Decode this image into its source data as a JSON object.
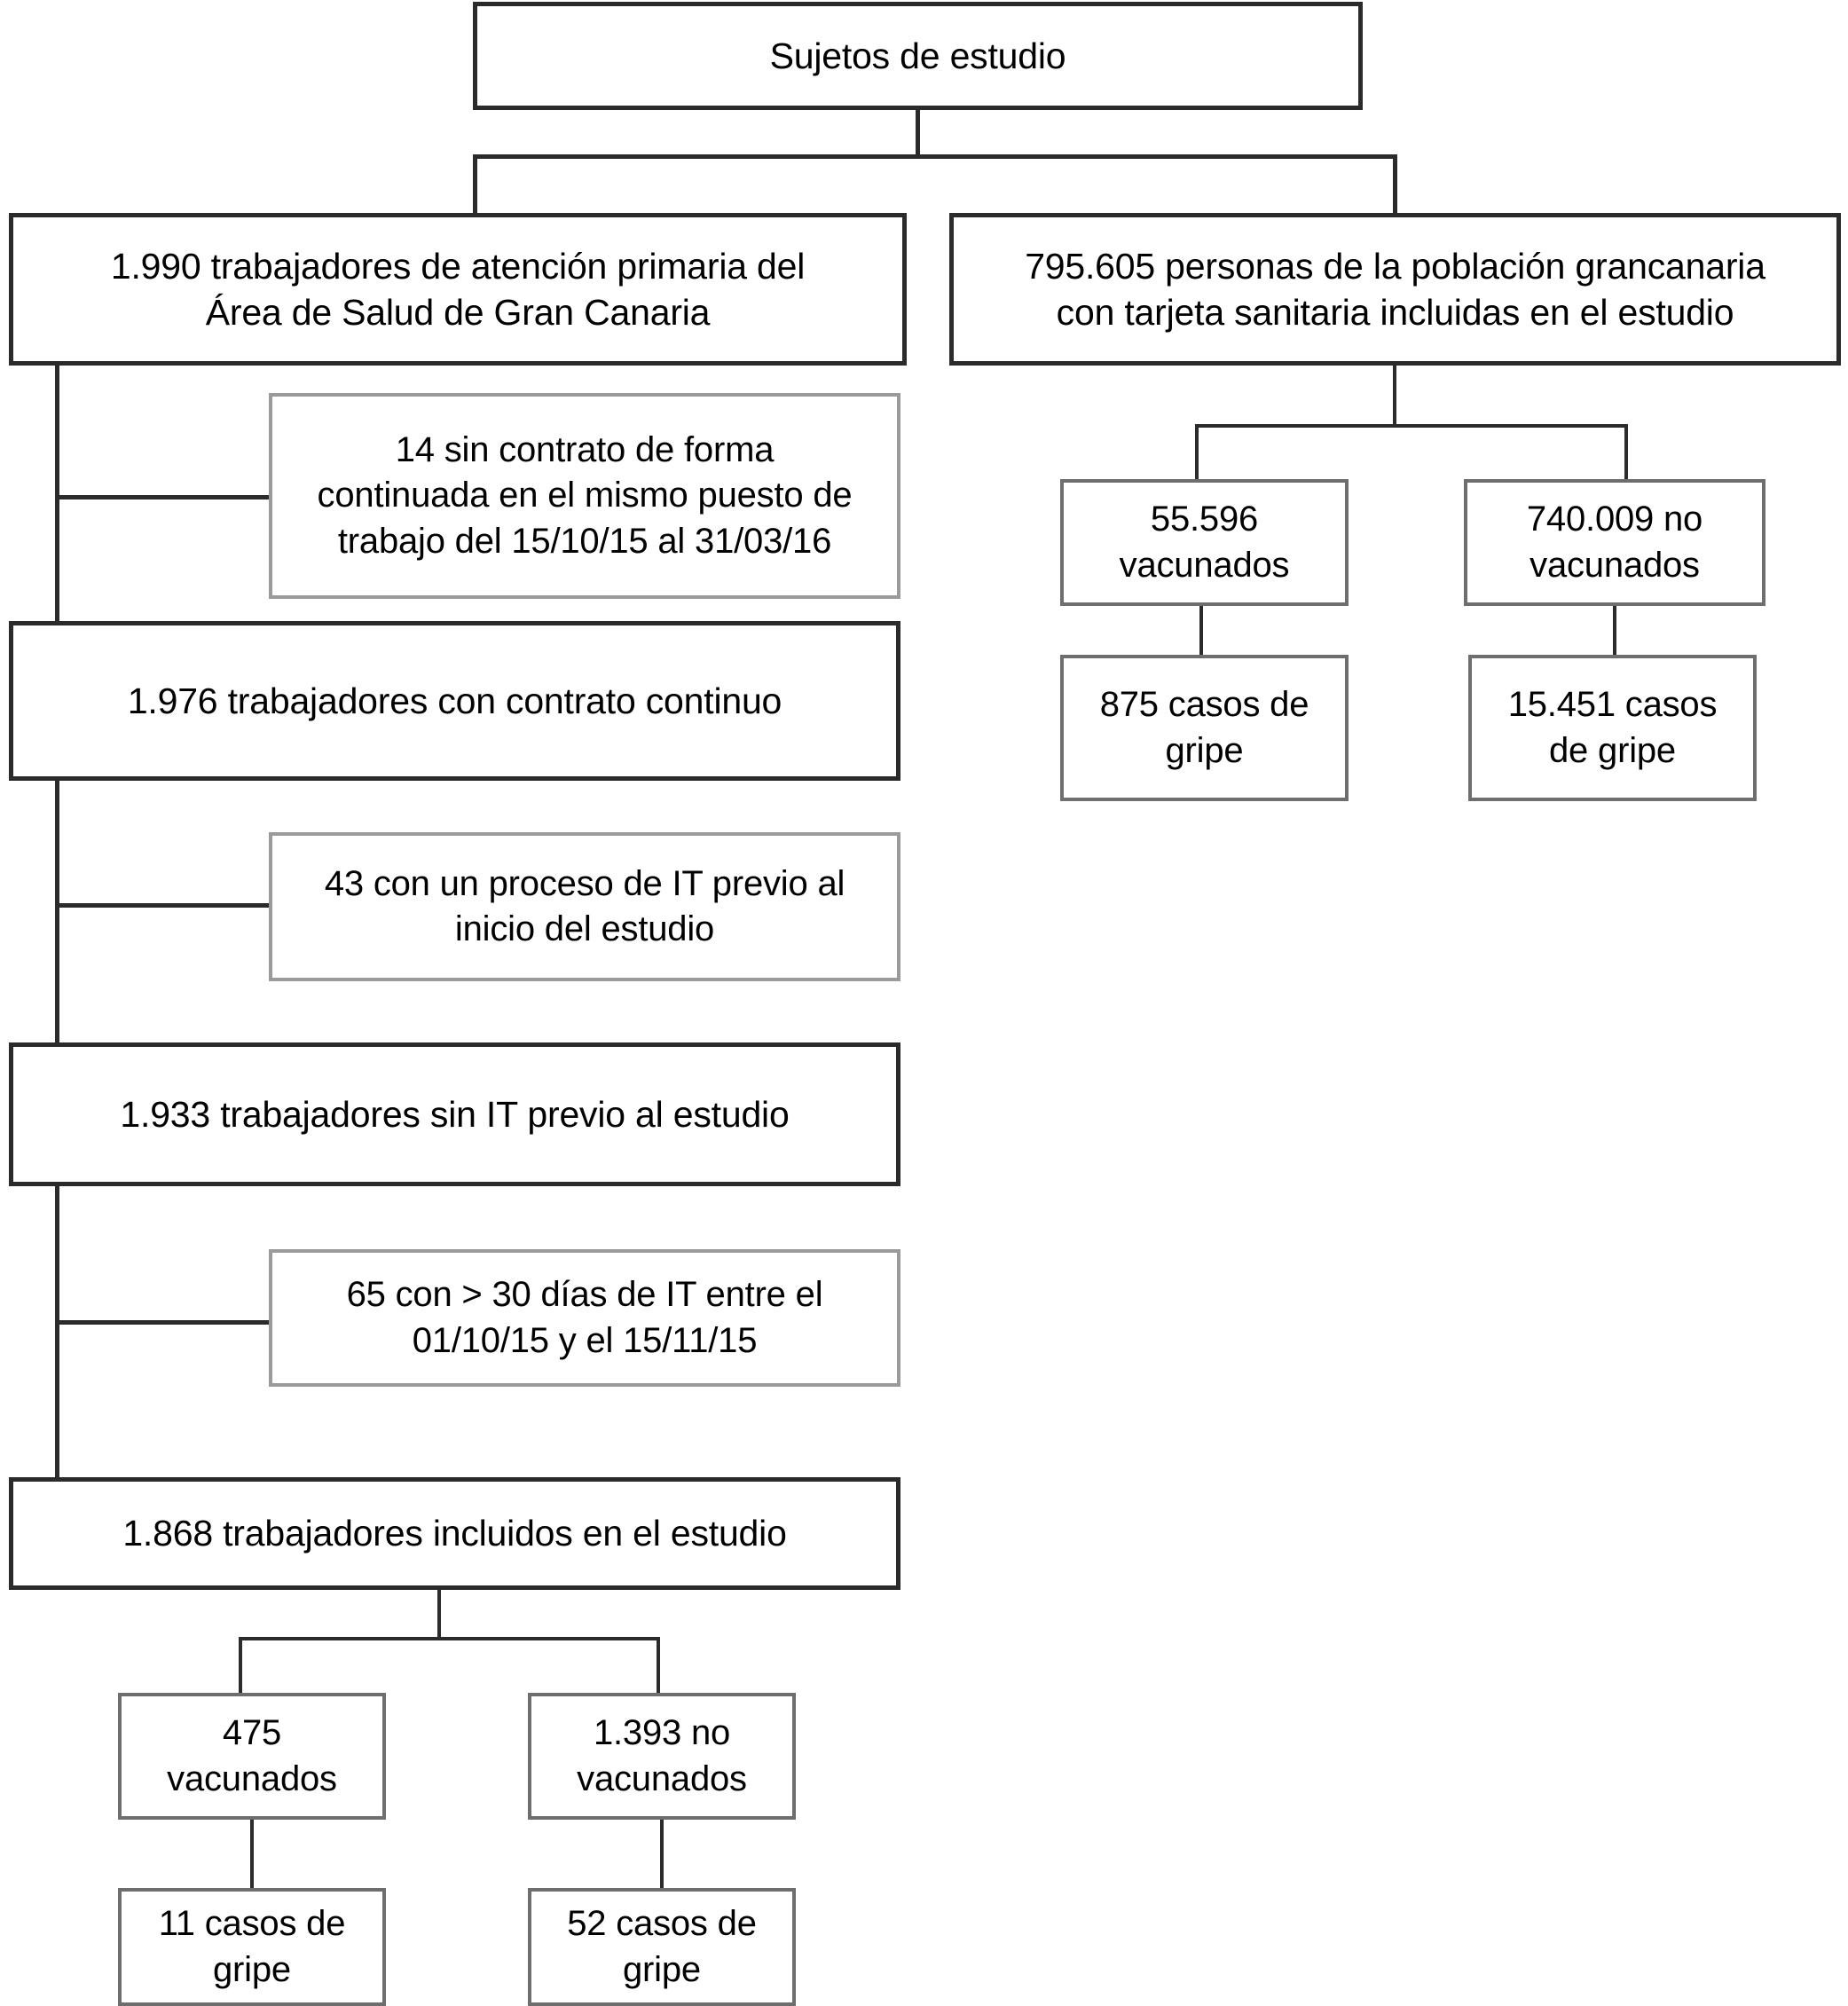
{
  "figure": {
    "kind": "study-flow-diagram",
    "language": "es",
    "colors": {
      "background": "#ffffff",
      "text": "#000000",
      "border_dark": "#2b2b2b",
      "border_mid": "#6e6e6e",
      "border_light": "#9a9a9a",
      "connector": "#2b2b2b"
    }
  },
  "root": {
    "label": "Sujetos de estudio"
  },
  "branches": {
    "workers": {
      "top": {
        "label": "1.990 trabajadores de atención primaria del\nÁrea de Salud de Gran Canaria",
        "count": "1.990"
      },
      "exclusions": [
        {
          "label": "14 sin contrato de forma\ncontinuada en el mismo puesto de\ntrabajo del 15/10/15 al 31/03/16",
          "count": "14",
          "date_from": "15/10/15",
          "date_to": "31/03/16"
        },
        {
          "label": "43 con un proceso de IT previo al\ninicio del estudio",
          "count": "43"
        },
        {
          "label": "65 con > 30 días de IT entre el\n01/10/15 y el 15/11/15",
          "count": "65",
          "date_from": "01/10/15",
          "date_to": "15/11/15"
        }
      ],
      "steps": [
        {
          "label": "1.976 trabajadores con contrato continuo",
          "count": "1.976"
        },
        {
          "label": "1.933 trabajadores sin IT previo al estudio",
          "count": "1.933"
        },
        {
          "label": "1.868 trabajadores incluidos en el estudio",
          "count": "1.868"
        }
      ],
      "groups": [
        {
          "label": "475\nvacunados",
          "count": "475",
          "outcome": {
            "label": "11 casos de\ngripe",
            "count": "11"
          }
        },
        {
          "label": "1.393 no\nvacunados",
          "count": "1.393",
          "outcome": {
            "label": "52 casos de\ngripe",
            "count": "52"
          }
        }
      ]
    },
    "population": {
      "top": {
        "label": "795.605 personas de la población grancanaria\ncon tarjeta sanitaria incluidas en el estudio",
        "count": "795.605"
      },
      "groups": [
        {
          "label": "55.596\nvacunados",
          "count": "55.596",
          "outcome": {
            "label": "875 casos de\ngripe",
            "count": "875"
          }
        },
        {
          "label": "740.009 no\nvacunados",
          "count": "740.009",
          "outcome": {
            "label": "15.451 casos\nde gripe",
            "count": "15.451"
          }
        }
      ]
    }
  }
}
